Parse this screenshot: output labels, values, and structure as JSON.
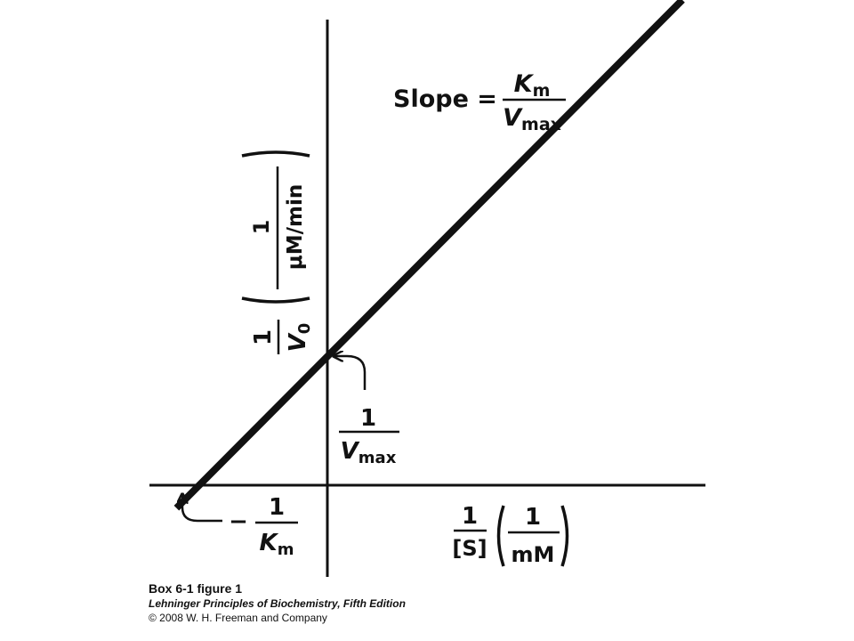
{
  "chart_data": {
    "type": "line",
    "title": "",
    "x_label": {
      "numerator": "1",
      "denominator": "[S]",
      "unit_numerator": "1",
      "unit_denominator": "mM"
    },
    "y_label": {
      "numerator": "1",
      "denominator_symbol": "V",
      "denominator_subscript": "0",
      "unit_numerator": "1",
      "unit_denominator": "μM/min"
    },
    "slope_label": {
      "prefix": "Slope =",
      "numerator_symbol": "K",
      "numerator_subscript": "m",
      "denominator_symbol": "V",
      "denominator_subscript": "max"
    },
    "y_intercept_label": {
      "numerator": "1",
      "denominator_symbol": "V",
      "denominator_subscript": "max"
    },
    "x_intercept_label": {
      "sign": "−",
      "numerator": "1",
      "denominator_symbol": "K",
      "denominator_subscript": "m"
    },
    "series": [
      {
        "x": [
          -0.85,
          2.0
        ],
        "y": [
          -0.125,
          2.65
        ]
      }
    ],
    "slope": 0.974,
    "y_intercept": 0.7,
    "x_intercept": -0.72,
    "xlim": [
      -1.0,
      2.14
    ],
    "ylim": [
      -0.2,
      2.75
    ],
    "grid": false,
    "legend": "none",
    "colors": {
      "line": "#111111",
      "axes": "#111111"
    }
  },
  "caption": {
    "title": "Box 6-1 figure 1",
    "book": "Lehninger Principles of Biochemistry, Fifth Edition",
    "copyright": "© 2008 W. H. Freeman and Company"
  }
}
